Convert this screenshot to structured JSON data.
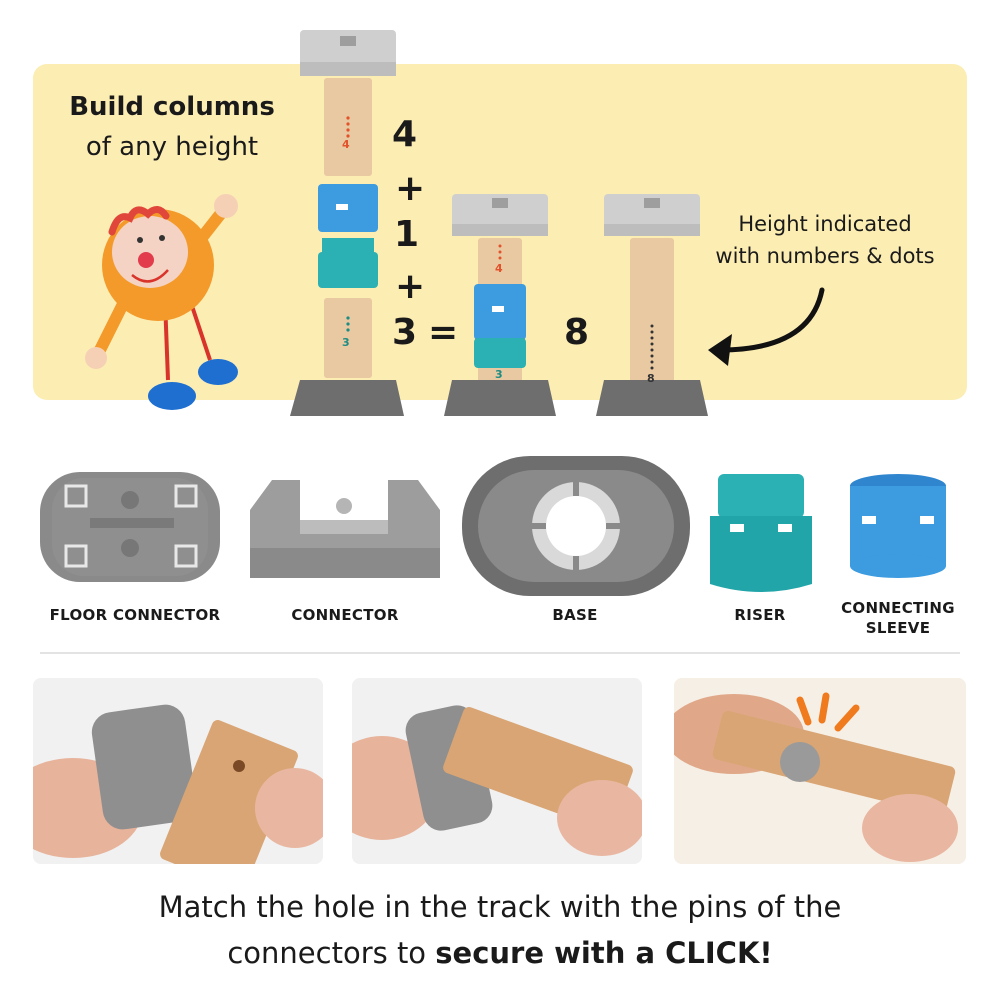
{
  "header": {
    "headline": "Build columns",
    "subline": "of any height"
  },
  "equation": {
    "a": "4",
    "plus1": "+",
    "b": "1",
    "plus2": "+",
    "c": "3",
    "eq": "=",
    "result": "8"
  },
  "column_numbers": {
    "tall_top": "4",
    "tall_bottom": "3",
    "mid_top": "4",
    "mid_bottom": "3",
    "right": "8"
  },
  "hint": {
    "line1": "Height indicated",
    "line2": "with numbers & dots"
  },
  "parts": [
    {
      "label": "FLOOR CONNECTOR"
    },
    {
      "label": "CONNECTOR"
    },
    {
      "label": "BASE"
    },
    {
      "label": "RISER"
    },
    {
      "label_line1": "CONNECTING",
      "label_line2": "SLEEVE"
    }
  ],
  "caption": {
    "line1": "Match the hole in the track with the pins of the",
    "line2_plain": "connectors to ",
    "line2_bold": "secure with a CLICK!"
  },
  "colors": {
    "panel": "#fcedb3",
    "wood": "#e9c9a1",
    "gray_light": "#c9c9c9",
    "gray_dark": "#6e6e6e",
    "blue": "#3d9be0",
    "teal": "#2bb0b3",
    "orange": "#f07a1e"
  }
}
